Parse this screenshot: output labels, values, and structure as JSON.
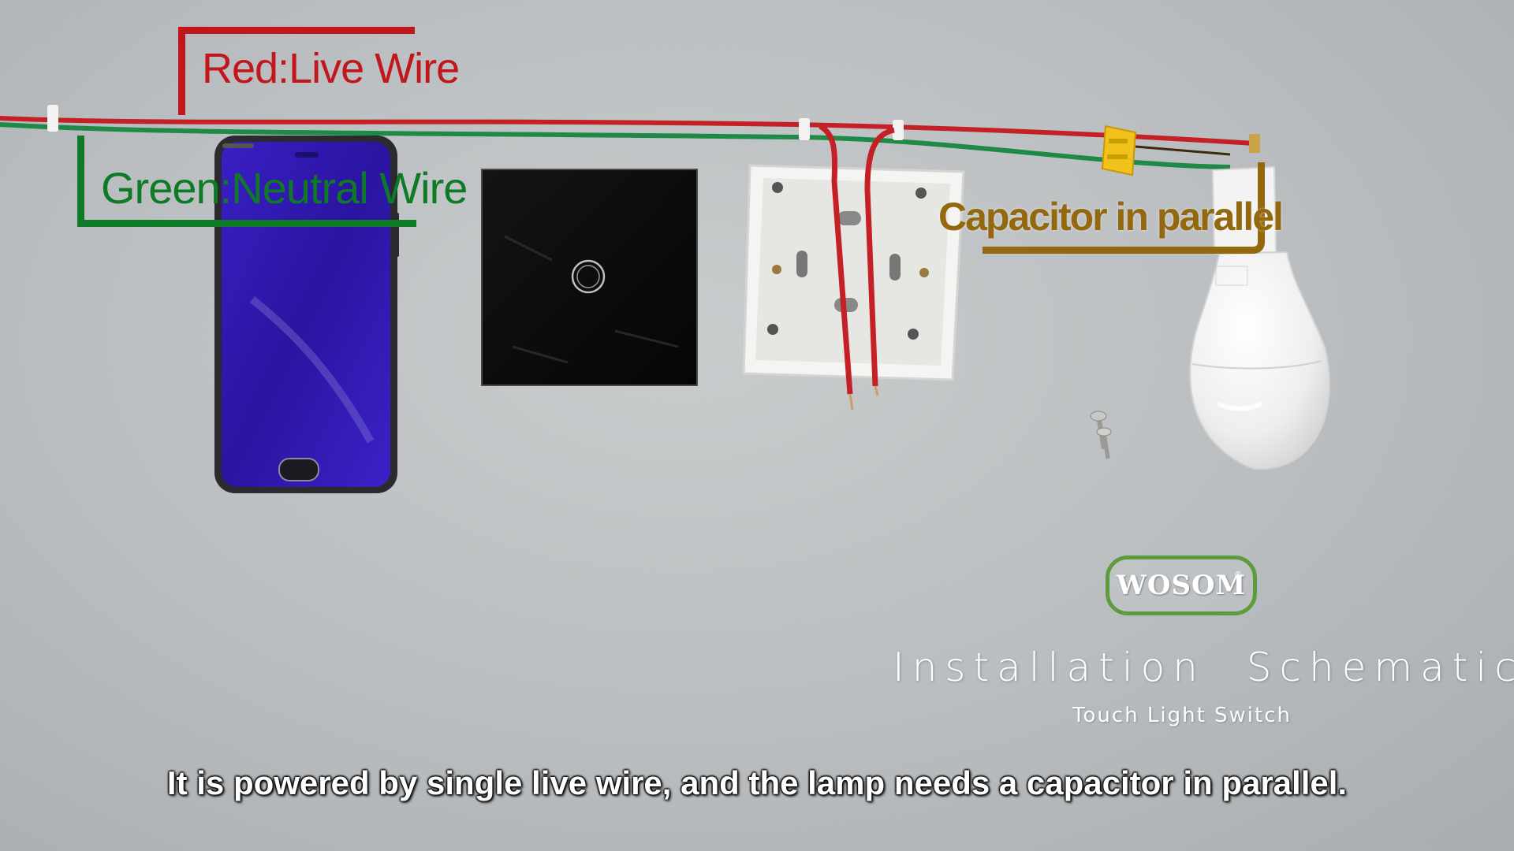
{
  "labels": {
    "live_wire": "Red:Live Wire",
    "neutral_wire": "Green:Neutral Wire",
    "capacitor": "Capacitor in parallel"
  },
  "brand": {
    "logo_text": "WOSOM",
    "registered_mark": "®"
  },
  "heading": {
    "title": "Installation  Schematic",
    "subtitle": "Touch Light Switch"
  },
  "caption": "It is powered by single live wire, and the lamp needs a capacitor in parallel.",
  "colors": {
    "live_wire": "#c0161c",
    "neutral_wire": "#0f7a25",
    "capacitor": "#93680e",
    "logo_border": "#5c9c3d",
    "background": "#c0c4c6"
  }
}
